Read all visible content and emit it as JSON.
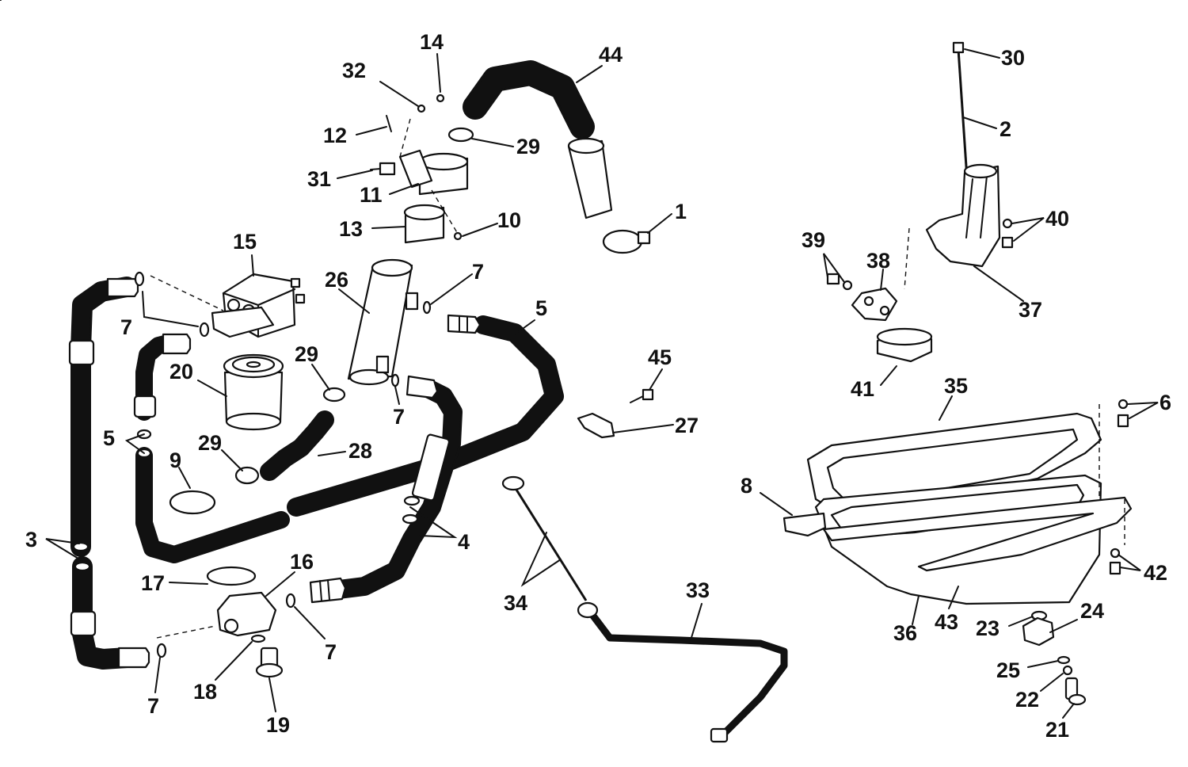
{
  "callouts": [
    "1",
    "2",
    "3",
    "4",
    "5",
    "5",
    "6",
    "7",
    "7",
    "7",
    "7",
    "7",
    "8",
    "9",
    "10",
    "11",
    "12",
    "13",
    "14",
    "15",
    "16",
    "17",
    "18",
    "19",
    "20",
    "21",
    "22",
    "23",
    "24",
    "25",
    "26",
    "27",
    "28",
    "29",
    "29",
    "29",
    "30",
    "31",
    "32",
    "33",
    "34",
    "35",
    "36",
    "37",
    "38",
    "39",
    "40",
    "41",
    "42",
    "43",
    "44",
    "45"
  ],
  "colors": {
    "ink": "#111111",
    "paper": "#ffffff"
  }
}
